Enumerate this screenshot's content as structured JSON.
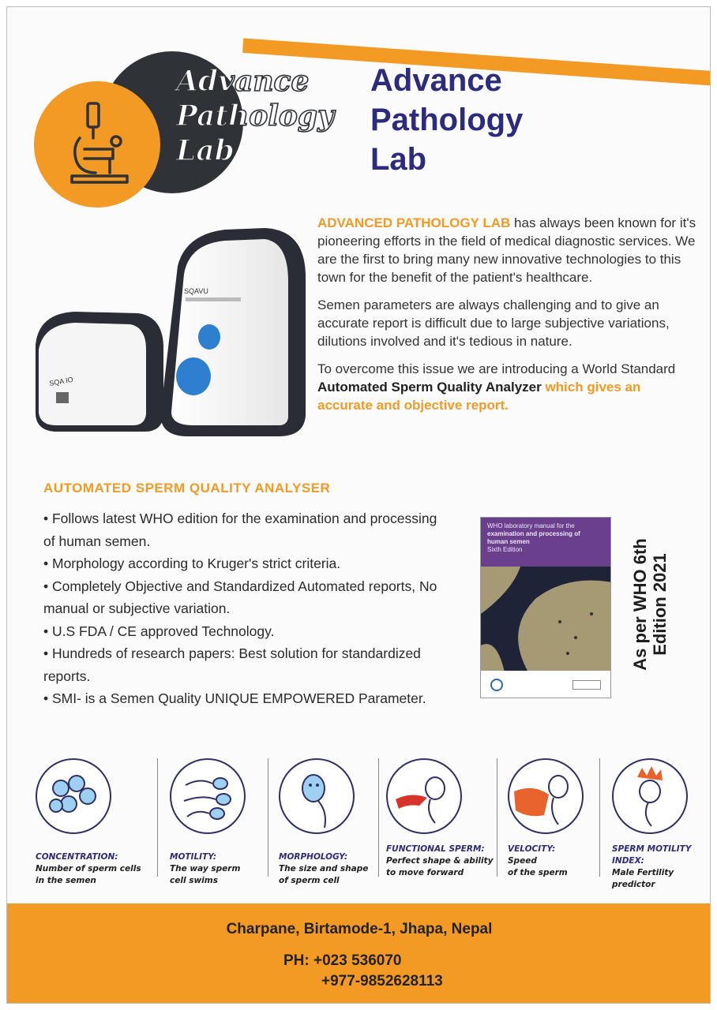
{
  "logo": {
    "line1": "Advance",
    "line2": "Pathology",
    "line3": "Lab"
  },
  "title": {
    "line1": "Advance",
    "line2": "Pathology",
    "line3": "Lab"
  },
  "device": {
    "label_tall": "SQAVU",
    "label_small": "SQA IO"
  },
  "intro": {
    "p1_highlight": "ADVANCED PATHOLOGY LAB",
    "p1_rest": " has always been known for it's pioneering efforts in  the field of medical diagnostic services. We are the first to bring many new innovative technologies to this town for the benefit of the patient's healthcare.",
    "p2": "Semen parameters are always challenging and to give an accurate report is difficult due to large subjective variations, dilutions involved and it's tedious in nature.",
    "p3_start": "To overcome this issue we are introducing a World Standard ",
    "p3_bold": "Automated Sperm Quality Analyzer",
    "p3_orange": " which gives an accurate and objective report."
  },
  "section_title": "AUTOMATED SPERM QUALITY ANALYSER",
  "bullets": [
    "• Follows latest WHO edition for the examination and processing of human semen.",
    "• Morphology according to Kruger's strict criteria.",
    "• Completely Objective and Standardized Automated reports, No manual or subjective variation.",
    "• U.S FDA / CE approved Technology.",
    "• Hundreds of research papers: Best solution for standardized reports.",
    "• SMI- is a Semen Quality UNIQUE EMPOWERED Parameter."
  ],
  "book": {
    "line1": "WHO laboratory manual for the",
    "line2": "examination and processing of",
    "line3": "human semen",
    "line4": "Sixth Edition"
  },
  "who_note": {
    "line1": "As per WHO 6th",
    "line2": "Edition 2021"
  },
  "icons": [
    {
      "title": "CONCENTRATION:",
      "desc1": "Number of sperm cells",
      "desc2": "in the semen"
    },
    {
      "title": "MOTILITY:",
      "desc1": "The way sperm",
      "desc2": "cell swims"
    },
    {
      "title": "MORPHOLOGY:",
      "desc1": "The size and shape",
      "desc2": "of sperm cell"
    },
    {
      "title": "FUNCTIONAL SPERM:",
      "desc1": "Perfect shape & ability",
      "desc2": "to move forward"
    },
    {
      "title": "VELOCITY:",
      "desc1": "Speed",
      "desc2": "of the sperm"
    },
    {
      "title": "SPERM MOTILITY",
      "title2": "INDEX:",
      "desc1": "Male Fertility",
      "desc2": "predictor"
    }
  ],
  "footer": {
    "address": "Charpane, Birtamode-1, Jhapa, Nepal",
    "phone1": "PH: +023 536070",
    "phone2": "+977-9852628113"
  },
  "colors": {
    "orange": "#f39a24",
    "navy": "#2c2b7c",
    "dark": "#2f3237"
  }
}
